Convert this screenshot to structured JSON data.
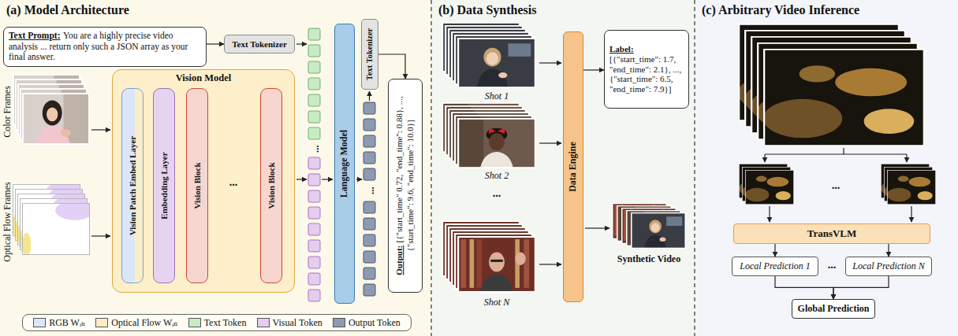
{
  "diagram": {
    "nodes": [
      {
        "text": [
          "(a) Model Architecture"
        ]
      },
      {
        "text": [
          "Text Prompt:",
          "You are a highly precise video analysis ... return only such a JSON array as your final answer."
        ],
        "in": 0
      },
      {
        "text": [
          "Text Tokenizer"
        ],
        "in": 0
      },
      {
        "text": [
          "Vision Model"
        ],
        "in": 0
      },
      {
        "text": [
          "Vision Patch Embed Layer"
        ],
        "in": 3
      },
      {
        "text": [
          "Embedding Layer"
        ],
        "in": 3
      },
      {
        "text": [
          "Vision Block"
        ],
        "in": 3
      },
      {
        "text": [
          "Vision Block"
        ],
        "in": 3
      },
      {
        "text": [
          "Language Model"
        ],
        "in": 0
      },
      {
        "text": [
          "Text Tokenizer"
        ],
        "in": 0
      },
      {
        "text": [
          "Output:",
          "[{\"start_time\" 0.72, \"end_time\": 0.88}, ..., {\"start_time\": 9.6, \"end_time\": 10.0}]"
        ],
        "in": 0
      },
      {
        "text": [
          "(b) Data Synthesis"
        ]
      },
      {
        "text": [
          "Data Engine"
        ],
        "in": 11
      },
      {
        "text": [
          "Label:",
          "[{\"start_time\": 1.7, \"end_time\": 2.1}, ..., {\"start_time\": 6.5, \"end_time\": 7.9}]"
        ],
        "in": 11
      },
      {
        "text": [
          "(c) Arbitrary Video Inference"
        ]
      },
      {
        "text": [
          "TransVLM"
        ],
        "in": 14
      },
      {
        "text": [
          "Local Prediction 1"
        ],
        "in": 14
      },
      {
        "text": [
          "Local Prediction N"
        ],
        "in": 14
      },
      {
        "text": [
          "Global Prediction"
        ],
        "in": 14
      }
    ],
    "edges": [
      {
        "from": 1,
        "to": 2,
        "arrow": "to"
      },
      {
        "from": 9,
        "to": 10,
        "arrow": "to"
      },
      {
        "from": 12,
        "to": 13,
        "arrow": "to"
      },
      {
        "from": 15,
        "to": 16,
        "arrow": "to"
      },
      {
        "from": 15,
        "to": 17,
        "arrow": "to"
      },
      {
        "from": 16,
        "to": 18,
        "arrow": "to"
      },
      {
        "from": 17,
        "to": 18,
        "arrow": "to"
      }
    ],
    "labels": [
      "Color Frames",
      "Optical Flow Frames",
      "...",
      "...",
      "...",
      "Shot 1",
      "Shot 2",
      "...",
      "Shot N",
      "Synthetic Video",
      "...",
      "..."
    ],
    "legend": [
      {
        "text": "RGB Wᵢₙ",
        "color": "#dbe7f7"
      },
      {
        "text": "Optical Flow Wᵢₙ",
        "color": "#fbeec6"
      },
      {
        "text": "Text Token",
        "color": "#c8ebc4"
      },
      {
        "text": "Visual Token",
        "color": "#e4cdef"
      },
      {
        "text": "Output Token",
        "color": "#8d9bb2"
      }
    ]
  }
}
